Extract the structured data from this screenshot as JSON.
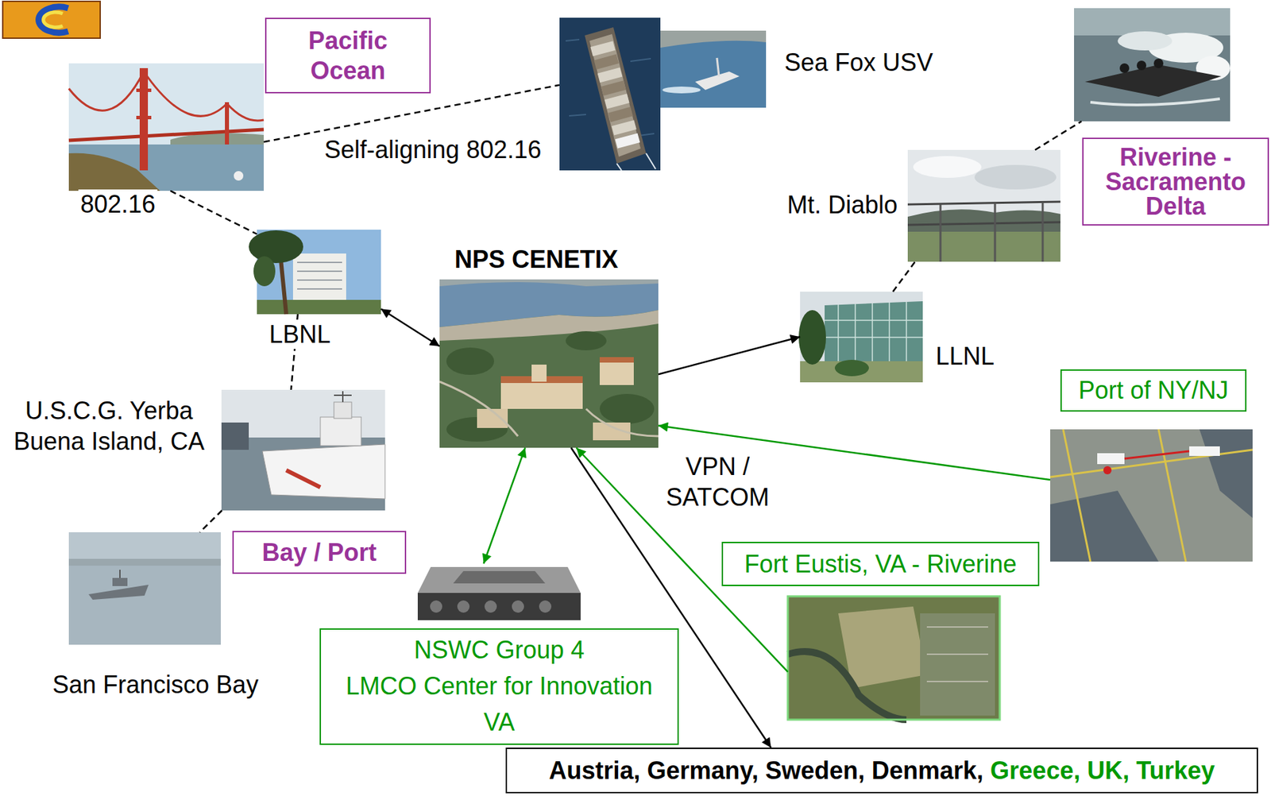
{
  "diagram": {
    "nodes": [
      {
        "text": [
          "Pacific Ocean"
        ]
      },
      {
        "text": [
          "802.16"
        ]
      },
      {
        "text": [
          "Sea Fox USV"
        ]
      },
      {
        "text": [
          "Riverine - Sacramento Delta"
        ]
      },
      {
        "text": [
          "Mt. Diablo"
        ]
      },
      {
        "text": [
          "LBNL"
        ]
      },
      {
        "text": [
          "NPS CENETIX"
        ]
      },
      {
        "text": [
          "LLNL"
        ]
      },
      {
        "text": [
          "U.S.C.G. Yerba Buena Island, CA"
        ]
      },
      {
        "text": [
          "Port of NY/NJ"
        ]
      },
      {
        "text": [
          "Bay / Port"
        ]
      },
      {
        "text": [
          "San Francisco Bay"
        ]
      },
      {
        "text": [
          "Fort Eustis, VA - Riverine"
        ]
      },
      {
        "text": [
          "NSWC Group 4",
          "LMCO Center for Innovation",
          "VA"
        ]
      },
      {
        "text": [
          "Austria, Germany, Sweden, Denmark,",
          "Greece, UK, Turkey"
        ]
      }
    ],
    "edges": [
      {
        "from": 1,
        "to": 2,
        "arrow": "none",
        "label": "Self-aligning 802.16"
      },
      {
        "from": 1,
        "to": 5,
        "arrow": "none"
      },
      {
        "from": 5,
        "to": 8,
        "arrow": "none"
      },
      {
        "from": 8,
        "to": 11,
        "arrow": "none"
      },
      {
        "from": 6,
        "to": 5,
        "arrow": "both"
      },
      {
        "from": 6,
        "to": 7,
        "arrow": "to"
      },
      {
        "from": 7,
        "to": 4,
        "arrow": "none"
      },
      {
        "from": 4,
        "to": 3,
        "arrow": "none"
      },
      {
        "from": 6,
        "to": 13,
        "arrow": "both"
      },
      {
        "from": 12,
        "to": 6,
        "arrow": "to"
      },
      {
        "from": 9,
        "to": 6,
        "arrow": "to"
      },
      {
        "from": 6,
        "to": 14,
        "arrow": "to"
      }
    ],
    "labels": [
      "VPN / SATCOM"
    ]
  }
}
